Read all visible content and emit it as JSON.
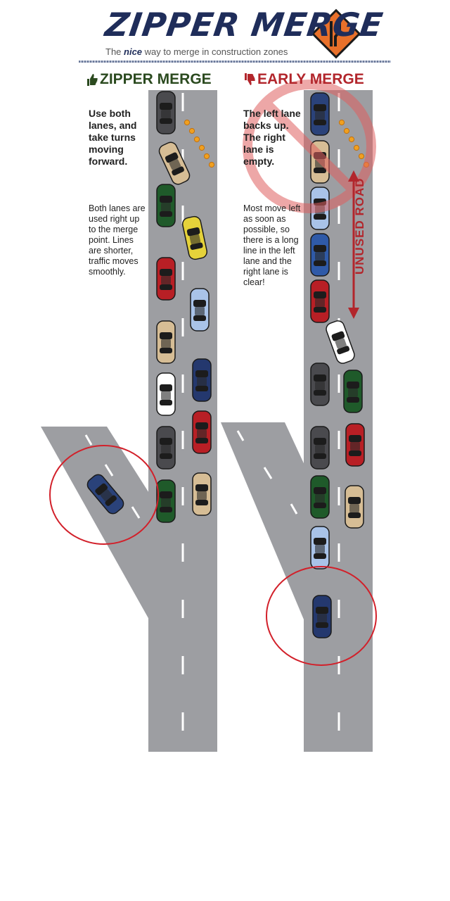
{
  "header": {
    "title": "ZIPPER MERGE",
    "tagline_prefix": "The ",
    "tagline_emphasis": "nice",
    "tagline_suffix": " way to merge in construction zones"
  },
  "zipper": {
    "heading": "ZIPPER MERGE",
    "summary": "Use both lanes, and take turns moving forward.",
    "detail": "Both lanes are used right up to the merge point. Lines are shorter, traffic moves smoothly.",
    "thumb_color": "#2b4a1f"
  },
  "early": {
    "heading": "EARLY MERGE",
    "summary": "The left lane backs up. The right lane is empty.",
    "detail": "Most move left as soon as possible, so there is a long line in the left lane and the right lane is clear!",
    "road_label": "UNUSED ROAD",
    "thumb_color": "#b2262c"
  },
  "colors": {
    "road": "#9d9ea2",
    "lane_dash": "#ffffff",
    "highlight_circle": "#d2202a",
    "prohibition": "#e06060",
    "sign_orange": "#e8702a",
    "cone": "#f0a020"
  },
  "icons": [
    "thumbs-up-icon",
    "thumbs-down-icon",
    "merge-sign-icon",
    "no-symbol-icon",
    "double-arrow-icon"
  ]
}
